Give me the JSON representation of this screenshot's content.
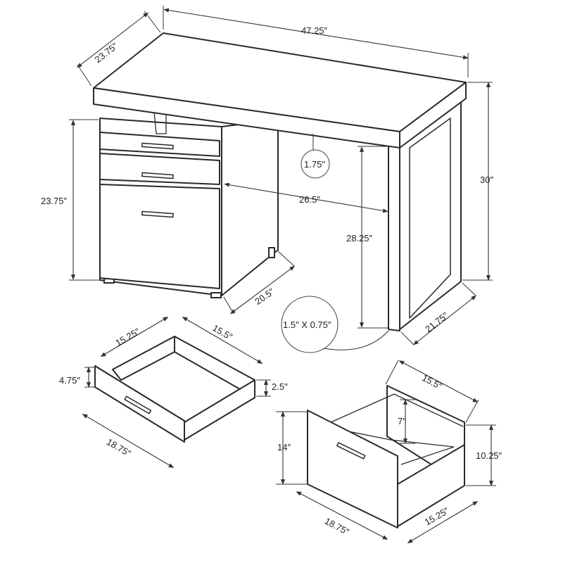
{
  "title": "Desk dimensions diagram",
  "desk": {
    "width": "47.25″",
    "depth": "23.75″",
    "height": "30″",
    "cabinet_height": "23.75″",
    "top_thickness": "1.75″",
    "knee_width": "26.5″",
    "knee_height": "28.25″",
    "cabinet_depth": "20.5″",
    "leg_depth": "21.75″",
    "leg_profile": "1.5″ X 0.75″"
  },
  "small_drawer": {
    "inner_width": "15.25″",
    "inner_depth": "15.5″",
    "front_height": "4.75″",
    "inner_height": "2.5″",
    "front_width": "18.75″"
  },
  "file_drawer": {
    "depth": "15.5″",
    "inner_height": "7″",
    "front_height": "14″",
    "box_height": "10.25″",
    "front_width": "18.75″",
    "inner_width": "15.25″"
  },
  "colors": {
    "line": "#2a2a2a",
    "background": "#ffffff"
  }
}
